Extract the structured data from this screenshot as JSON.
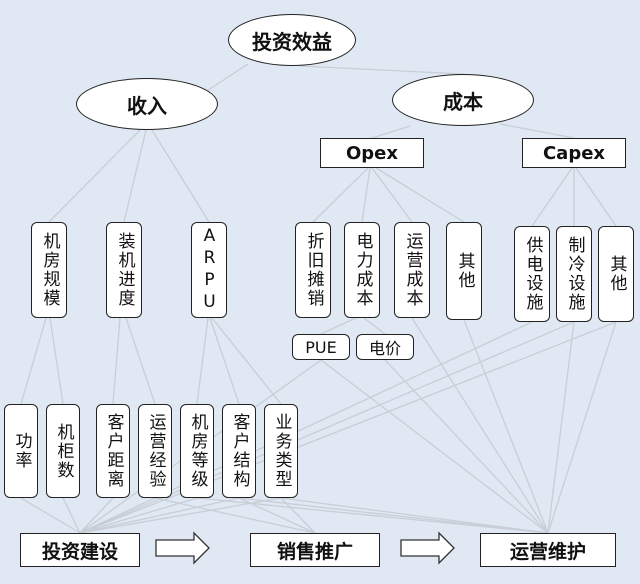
{
  "top": {
    "label": "投资效益"
  },
  "level1": {
    "revenue": "收入",
    "cost": "成本"
  },
  "cost_types": {
    "opex": "Opex",
    "capex": "Capex"
  },
  "revenue_factors": [
    "机房规模",
    "装机进度",
    "ARPU"
  ],
  "opex_factors": [
    "折旧摊销",
    "电力成本",
    "运营成本",
    "其他"
  ],
  "capex_factors": [
    "供电设施",
    "制冷设施",
    "其他"
  ],
  "power_sub": {
    "pue": "PUE",
    "price": "电价"
  },
  "base_factors": [
    "功率",
    "机柜数",
    "客户距离",
    "运营经验",
    "机房等级",
    "客户结构",
    "业务类型"
  ],
  "stages": [
    "投资建设",
    "销售推广",
    "运营维护"
  ],
  "colors": {
    "background": "#dfe8f3",
    "connector": "#c9ced6",
    "node_fill": "#ffffff",
    "border": "#222222"
  }
}
